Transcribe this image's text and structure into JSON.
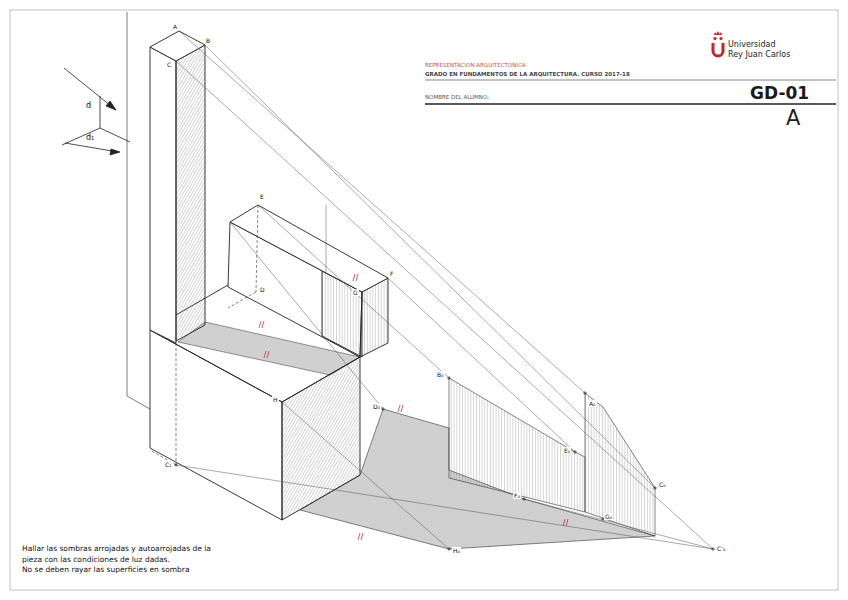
{
  "diagram": {
    "title": "GD-01",
    "labels": [
      "REPRESENTACIÓN ARQUITECTÓNICA",
      "GRADO EN FUNDAMENTOS DE LA ARQUITECTURA. CURSO 2017-18",
      "NOMBRE DEL ALUMNO:",
      "A",
      "Universidad",
      "Rey Juan Carlos",
      "Hallar las sombras arrojadas y autoarrojadas de la pieza con las condiciones de luz dadas.",
      "No se deben rayar las superficies en sombra",
      "d",
      "d₁",
      "A",
      "B",
      "C",
      "E",
      "D",
      "F",
      "G",
      "H",
      "C₁",
      "B₀",
      "D₀",
      "E₀",
      "A₀",
      "C₀",
      "F₀",
      "G₀",
      "H₀",
      "C'₀"
    ]
  }
}
